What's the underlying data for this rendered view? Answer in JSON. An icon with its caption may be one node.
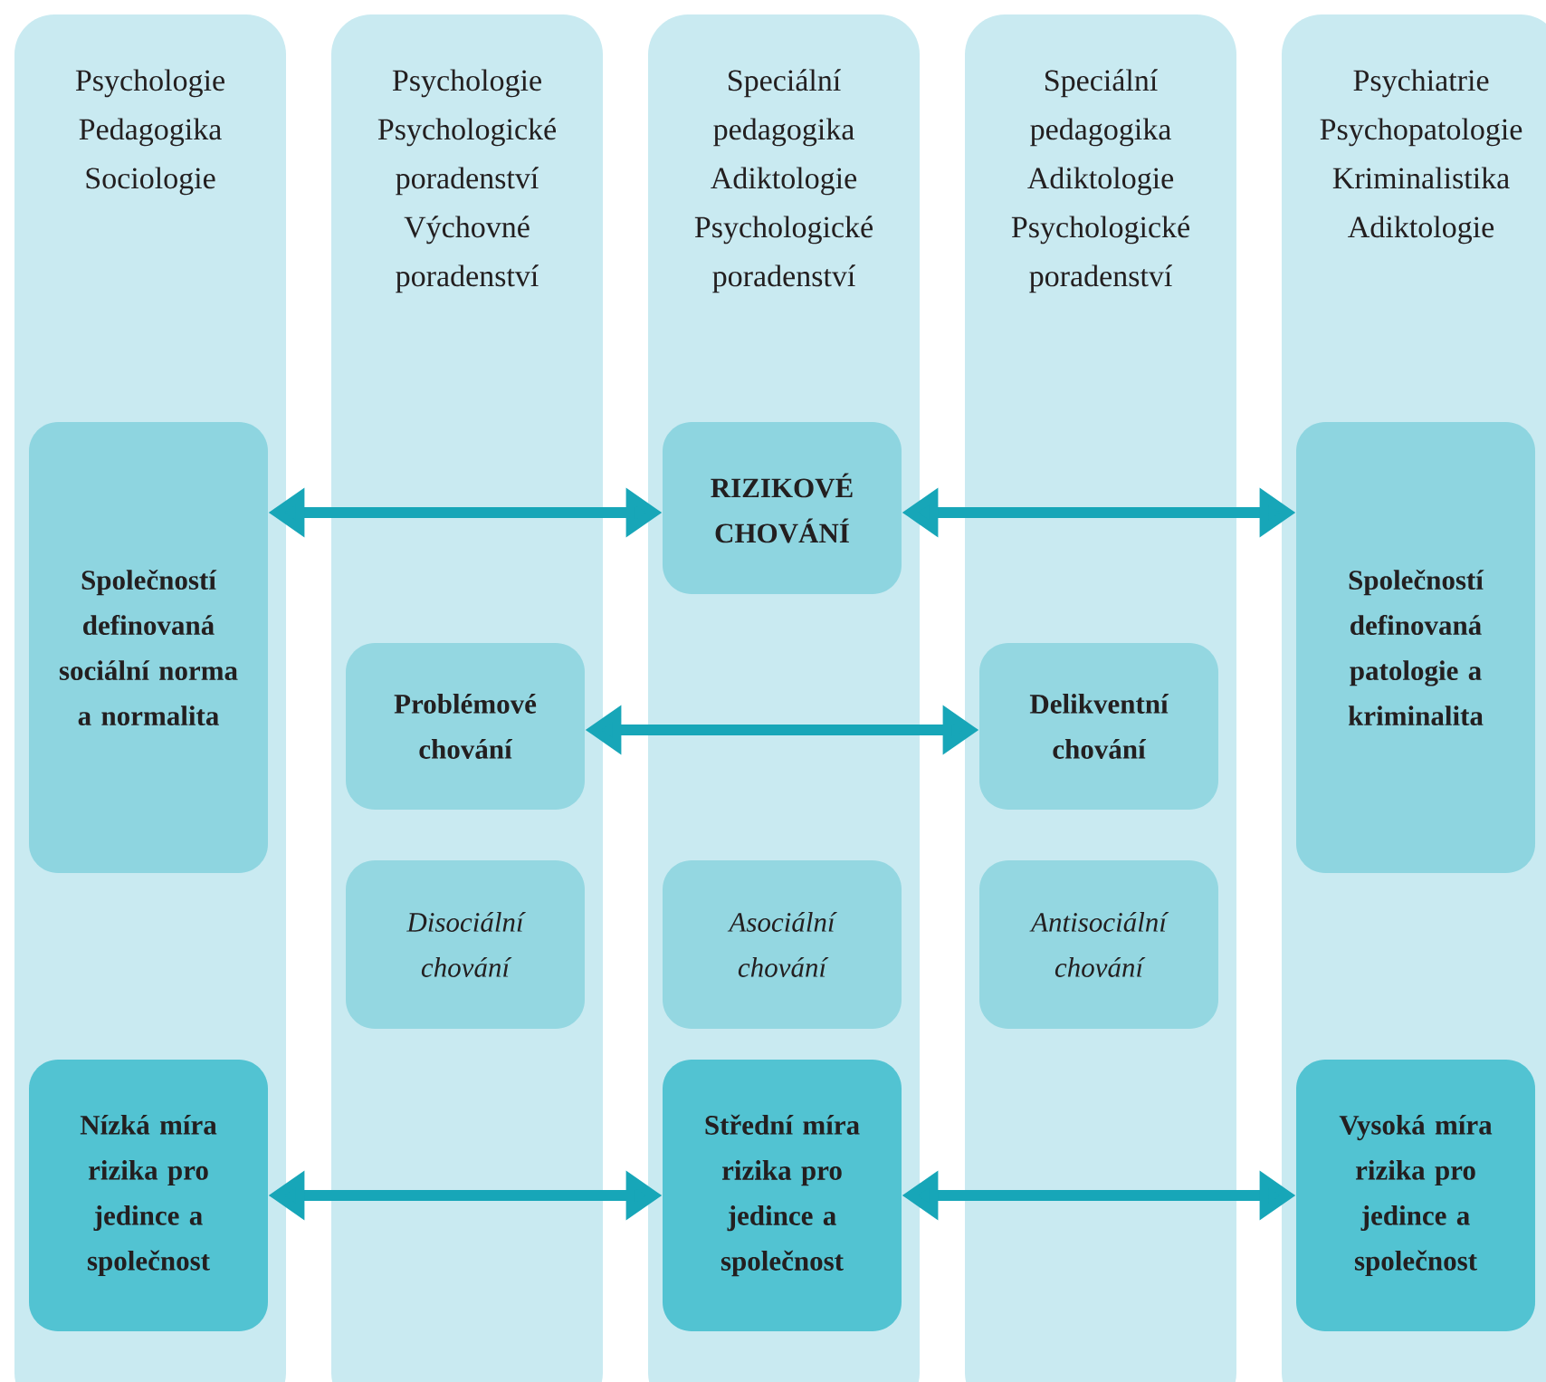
{
  "diagram": {
    "nodes": [
      {
        "text": [
          "Psychologie",
          "Pedagogika",
          "Sociologie"
        ]
      },
      {
        "text": [
          "Psychologie",
          "Psychologické poradenství",
          "Výchovné poradenství"
        ]
      },
      {
        "text": [
          "Speciální pedagogika",
          "Adiktologie",
          "Psychologické poradenství"
        ]
      },
      {
        "text": [
          "Speciální pedagogika",
          "Adiktologie",
          "Psychologické poradenství"
        ]
      },
      {
        "text": [
          "Psychiatrie",
          "Psychopatologie",
          "Kriminalistika",
          "Adiktologie"
        ]
      },
      {
        "text": [
          "Společností definovaná sociální norma a normalita"
        ],
        "in": 0
      },
      {
        "text": [
          "RIZIKOVÉ CHOVÁNÍ"
        ],
        "in": 2
      },
      {
        "text": [
          "Společností definovaná patologie a kriminalita"
        ],
        "in": 4
      },
      {
        "text": [
          "Problémové chování"
        ],
        "in": 1
      },
      {
        "text": [
          "Delikventní chování"
        ],
        "in": 3
      },
      {
        "text": [
          "Disociální chování"
        ],
        "in": 1
      },
      {
        "text": [
          "Asociální chování"
        ],
        "in": 2
      },
      {
        "text": [
          "Antisociální chování"
        ],
        "in": 3
      },
      {
        "text": [
          "Nízká míra rizika pro jedince a společnost"
        ],
        "in": 0
      },
      {
        "text": [
          "Střední míra rizika pro jedince a společnost"
        ],
        "in": 2
      },
      {
        "text": [
          "Vysoká míra rizika pro jedince a společnost"
        ],
        "in": 4
      }
    ],
    "edges": [
      {
        "from": 5,
        "to": 6,
        "arrow": "both"
      },
      {
        "from": 6,
        "to": 7,
        "arrow": "both"
      },
      {
        "from": 8,
        "to": 9,
        "arrow": "both"
      },
      {
        "from": 13,
        "to": 14,
        "arrow": "both"
      },
      {
        "from": 14,
        "to": 15,
        "arrow": "both"
      }
    ]
  }
}
